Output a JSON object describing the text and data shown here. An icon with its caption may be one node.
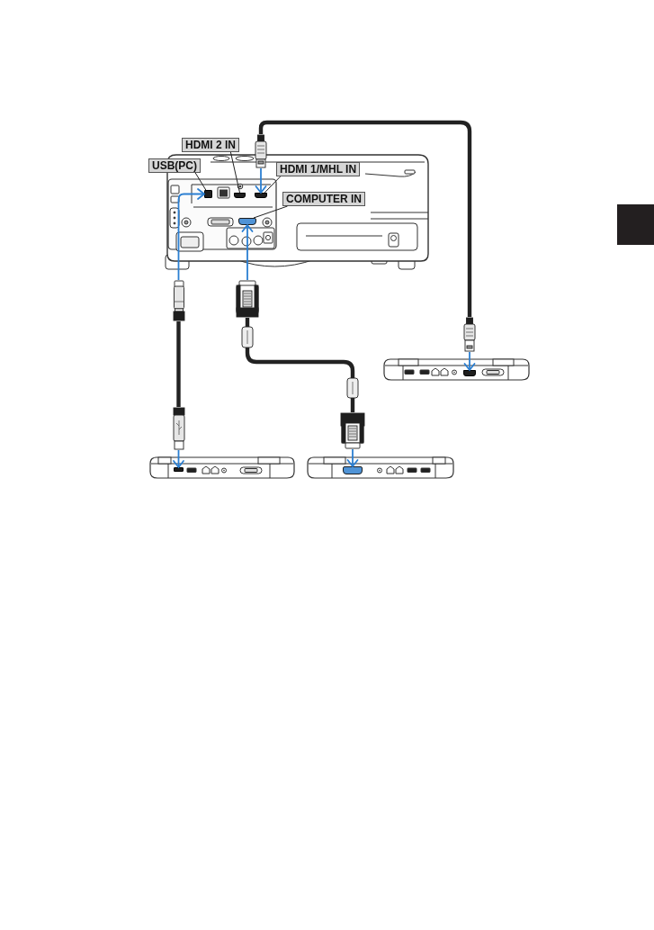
{
  "diagram": {
    "nodes": [
      {
        "text": [],
        "shape": "picture"
      },
      {
        "text": [
          "HDMI 2 IN"
        ]
      },
      {
        "text": [
          "USB(PC)"
        ]
      },
      {
        "text": [
          "HDMI 1/MHL IN"
        ],
        "in": 0
      },
      {
        "text": [
          "COMPUTER IN"
        ],
        "in": 0
      },
      {
        "text": [],
        "shape": "box",
        "in": 0
      },
      {
        "text": [],
        "shape": "box",
        "in": 0
      },
      {
        "text": [],
        "shape": "box",
        "in": 0
      },
      {
        "text": [],
        "shape": "box",
        "in": 0
      },
      {
        "text": [],
        "shape": "picture"
      },
      {
        "text": [],
        "shape": "picture"
      },
      {
        "text": [],
        "shape": "picture"
      },
      {
        "text": [],
        "shape": "box",
        "in": 9
      },
      {
        "text": [],
        "shape": "box",
        "in": 10
      },
      {
        "text": [],
        "shape": "box",
        "in": 11
      },
      {
        "text": [],
        "shape": "picture"
      },
      {
        "text": [],
        "shape": "picture"
      },
      {
        "text": [],
        "shape": "picture"
      },
      {
        "text": [],
        "shape": "picture"
      },
      {
        "text": [],
        "shape": "picture"
      },
      {
        "text": [],
        "shape": "picture"
      }
    ],
    "edges": [
      {
        "from": 1,
        "to": 6,
        "arrow": "none"
      },
      {
        "from": 2,
        "to": 5,
        "arrow": "none"
      },
      {
        "from": 3,
        "to": 7,
        "arrow": "none"
      },
      {
        "from": 4,
        "to": 8,
        "arrow": "none"
      },
      {
        "from": 16,
        "to": 5,
        "arrow": "to",
        "color": "#2b7fd2"
      },
      {
        "from": 17,
        "to": 8,
        "arrow": "to",
        "color": "#2b7fd2"
      },
      {
        "from": 15,
        "to": 7,
        "arrow": "to",
        "color": "#2b7fd2"
      },
      {
        "from": 19,
        "to": 12,
        "arrow": "to",
        "color": "#2b7fd2"
      },
      {
        "from": 20,
        "to": 13,
        "arrow": "to",
        "color": "#2b7fd2"
      },
      {
        "from": 18,
        "to": 14,
        "arrow": "to",
        "color": "#2b7fd2"
      },
      {
        "from": 16,
        "to": 19,
        "arrow": "none",
        "style": "thick"
      },
      {
        "from": 17,
        "to": 20,
        "arrow": "none",
        "style": "thick"
      },
      {
        "from": 15,
        "to": 18,
        "arrow": "none",
        "style": "thick"
      }
    ]
  }
}
